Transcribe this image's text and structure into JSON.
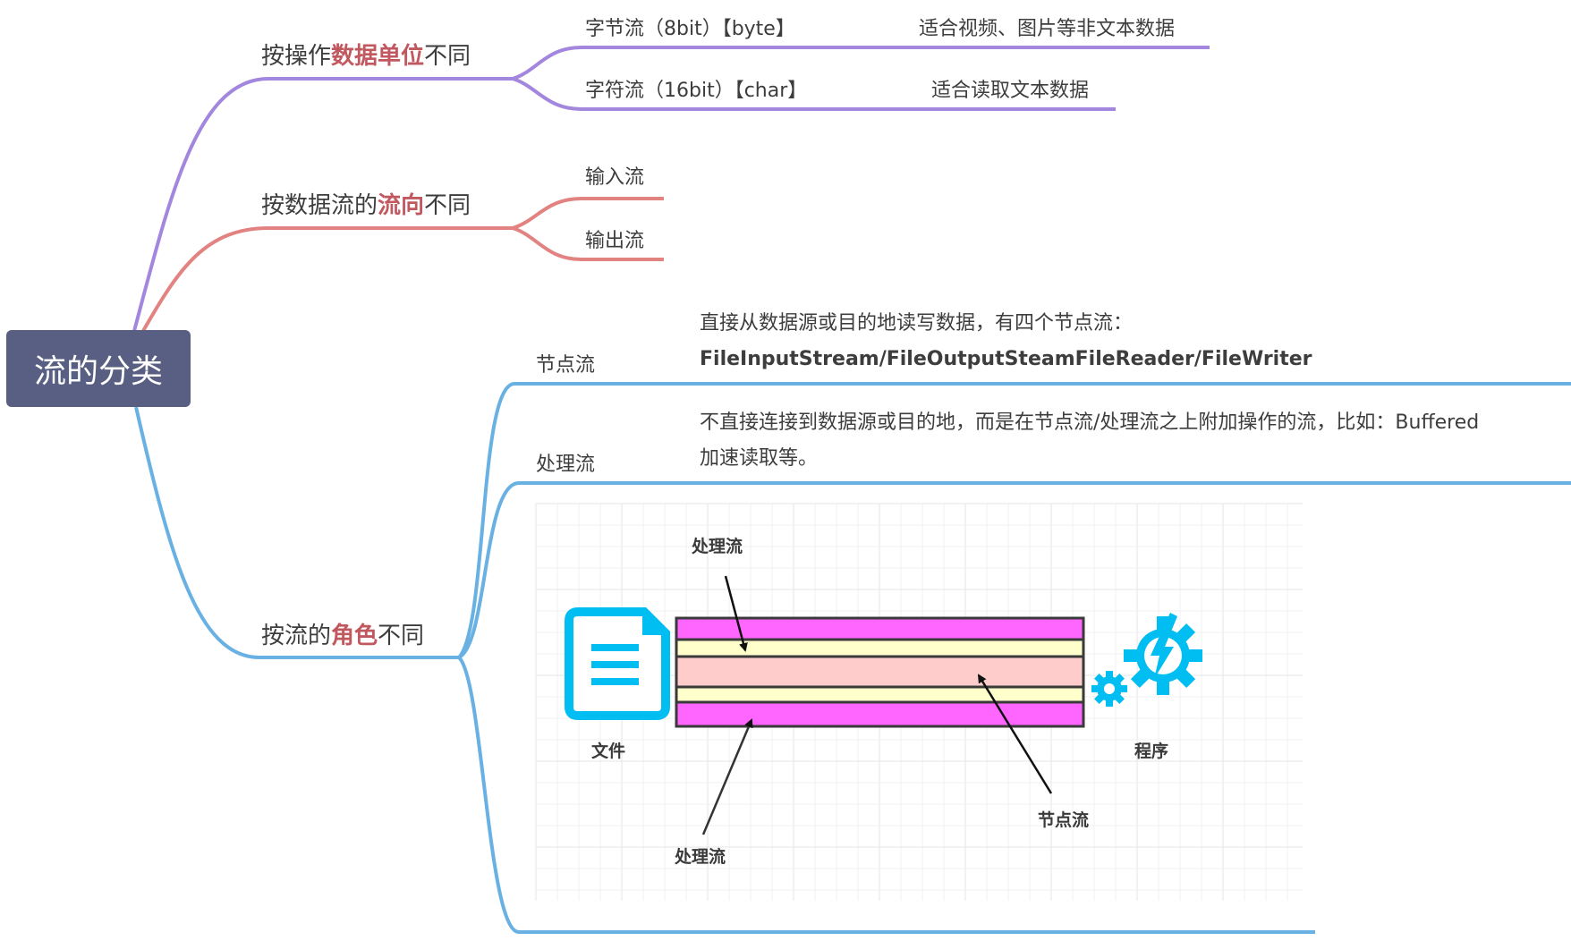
{
  "root": {
    "label": "流的分类"
  },
  "branches": [
    {
      "prefix": "按操作",
      "highlight": "数据单位",
      "suffix": "不同",
      "color": "#a386dd",
      "children": [
        {
          "label": "字节流（8bit）【byte】",
          "note": "适合视频、图片等非文本数据"
        },
        {
          "label": "字符流（16bit）【char】",
          "note": "适合读取文本数据"
        }
      ]
    },
    {
      "prefix": "按数据流的",
      "highlight": "流向",
      "suffix": "不同",
      "color": "#e28381",
      "children": [
        {
          "label": "输入流"
        },
        {
          "label": "输出流"
        }
      ]
    },
    {
      "prefix": "按流的",
      "highlight": "角色",
      "suffix": "不同",
      "color": "#69b1e3",
      "children": [
        {
          "label": "节点流",
          "note_line1": "直接从数据源或目的地读写数据，有四个节点流：",
          "note_line2": "FileInputStream/FileOutputSteamFileReader/FileWriter"
        },
        {
          "label": "处理流",
          "note_line1": "不直接连接到数据源或目的地，而是在节点流/处理流之上附加操作的流，比如：Buffered",
          "note_line2": "加速读取等。"
        }
      ]
    }
  ],
  "diagram": {
    "file_label": "文件",
    "program_label": "程序",
    "top_arrow_label": "处理流",
    "bottom_arrow_label": "处理流",
    "center_arrow_label": "节点流",
    "colors": {
      "outer": "#ff66ff",
      "middle": "#ffffcc",
      "core": "#ffcccc",
      "icon": "#00bdf2"
    }
  }
}
